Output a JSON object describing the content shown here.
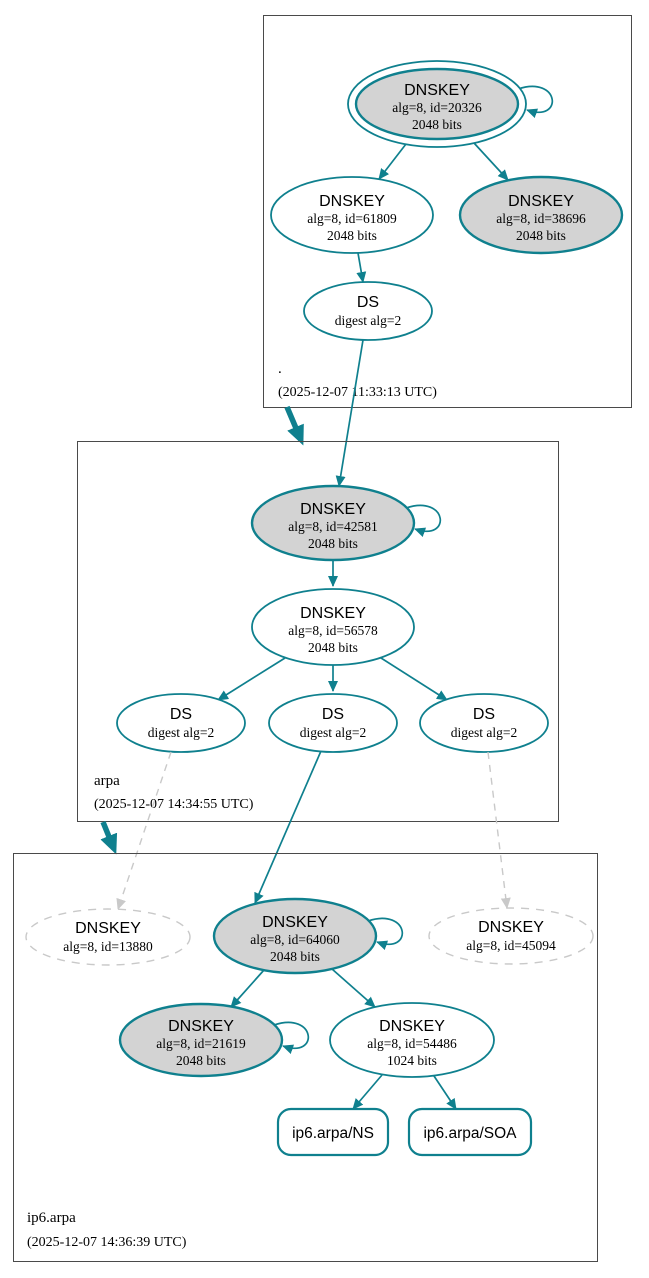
{
  "colors": {
    "teal": "#0f808e",
    "node-fill": "#d3d3d3",
    "missing": "#c9c9c9",
    "border": "#4a4a4a",
    "bg": "#ffffff"
  },
  "zones": {
    "root": {
      "label": ".",
      "timestamp": "(2025-12-07 11:33:13 UTC)",
      "nodes": {
        "ksk": {
          "type": "DNSKEY",
          "detail": "alg=8, id=20326",
          "bits": "2048 bits"
        },
        "zsk": {
          "type": "DNSKEY",
          "detail": "alg=8, id=61809",
          "bits": "2048 bits"
        },
        "ksk2": {
          "type": "DNSKEY",
          "detail": "alg=8, id=38696",
          "bits": "2048 bits"
        },
        "ds": {
          "type": "DS",
          "detail": "digest alg=2"
        }
      }
    },
    "arpa": {
      "label": "arpa",
      "timestamp": "(2025-12-07 14:34:55 UTC)",
      "nodes": {
        "ksk": {
          "type": "DNSKEY",
          "detail": "alg=8, id=42581",
          "bits": "2048 bits"
        },
        "zsk": {
          "type": "DNSKEY",
          "detail": "alg=8, id=56578",
          "bits": "2048 bits"
        },
        "ds1": {
          "type": "DS",
          "detail": "digest alg=2"
        },
        "ds2": {
          "type": "DS",
          "detail": "digest alg=2"
        },
        "ds3": {
          "type": "DS",
          "detail": "digest alg=2"
        }
      }
    },
    "ip6arpa": {
      "label": "ip6.arpa",
      "timestamp": "(2025-12-07 14:36:39 UTC)",
      "nodes": {
        "missing1": {
          "type": "DNSKEY",
          "detail": "alg=8, id=13880"
        },
        "ksk": {
          "type": "DNSKEY",
          "detail": "alg=8, id=64060",
          "bits": "2048 bits"
        },
        "missing2": {
          "type": "DNSKEY",
          "detail": "alg=8, id=45094"
        },
        "ksk2": {
          "type": "DNSKEY",
          "detail": "alg=8, id=21619",
          "bits": "2048 bits"
        },
        "zsk": {
          "type": "DNSKEY",
          "detail": "alg=8, id=54486",
          "bits": "1024 bits"
        },
        "ns": {
          "label": "ip6.arpa/NS"
        },
        "soa": {
          "label": "ip6.arpa/SOA"
        }
      }
    }
  }
}
